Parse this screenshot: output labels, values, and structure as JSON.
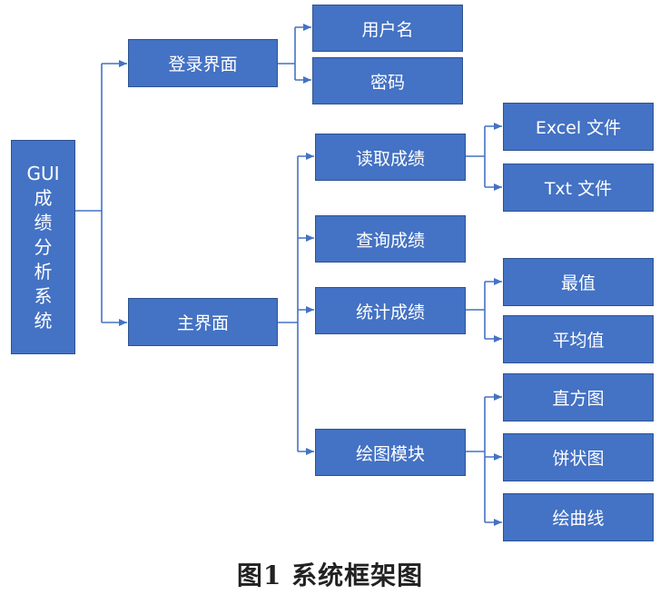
{
  "diagram": {
    "root": {
      "lines": [
        "GUI",
        "成",
        "绩",
        "分",
        "析",
        "系",
        "统"
      ]
    },
    "level1": {
      "login": "登录界面",
      "main": "主界面"
    },
    "login_children": {
      "username": "用户名",
      "password": "密码"
    },
    "main_children": {
      "read": "读取成绩",
      "query": "查询成绩",
      "stats": "统计成绩",
      "plot": "绘图模块"
    },
    "read_children": {
      "excel": "Excel 文件",
      "txt": "Txt 文件"
    },
    "stats_children": {
      "max": "最值",
      "mean": "平均值"
    },
    "plot_children": {
      "histogram": "直方图",
      "pie": "饼状图",
      "curve": "绘曲线"
    },
    "line_color": "#4472c4",
    "box_color": "#4472c4"
  },
  "caption": "图1  系统框架图"
}
